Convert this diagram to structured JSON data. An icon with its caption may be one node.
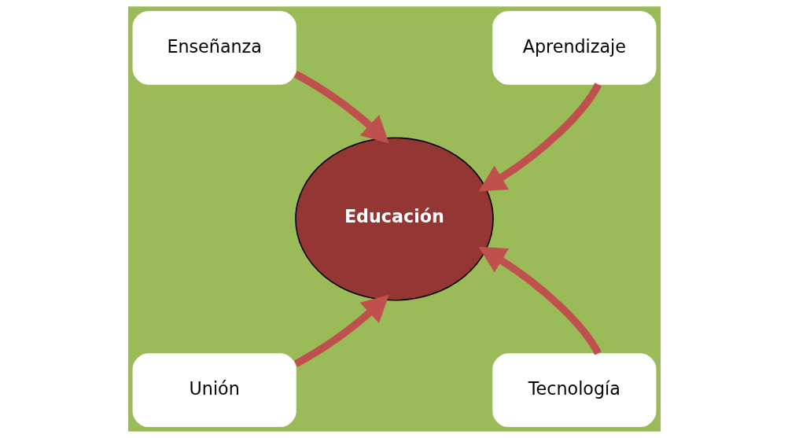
{
  "diagram": {
    "nodes": [
      {
        "text": [
          "Enseñanza"
        ]
      },
      {
        "text": [
          "Aprendizaje"
        ]
      },
      {
        "text": [
          "Educación"
        ]
      },
      {
        "text": [
          "Unión"
        ]
      },
      {
        "text": [
          "Tecnología"
        ]
      }
    ],
    "edges": [
      {
        "from": 0,
        "to": 2,
        "arrow": "to"
      },
      {
        "from": 1,
        "to": 2,
        "arrow": "to"
      },
      {
        "from": 3,
        "to": 2,
        "arrow": "to"
      },
      {
        "from": 4,
        "to": 2,
        "arrow": "to"
      }
    ]
  }
}
